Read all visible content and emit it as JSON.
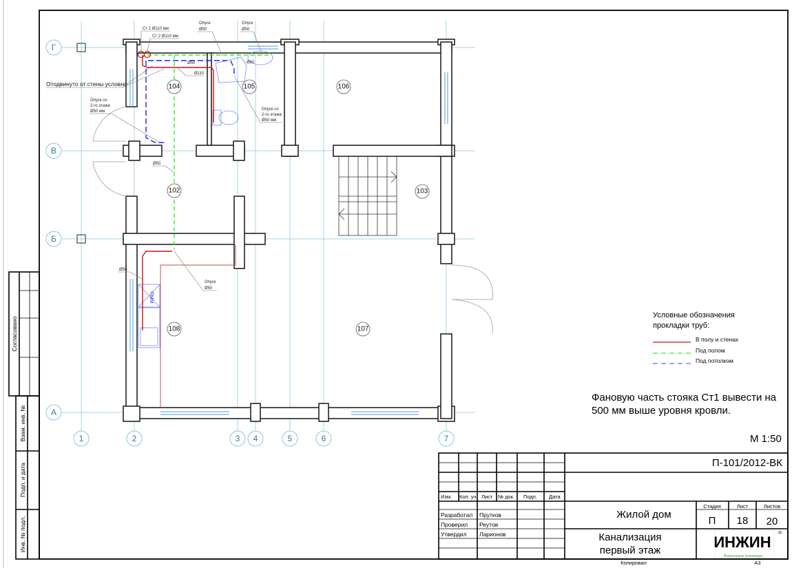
{
  "axes": {
    "vertical": [
      "1",
      "2",
      "3",
      "4",
      "5",
      "6",
      "7"
    ],
    "horizontal": [
      "Г",
      "В",
      "Б",
      "А"
    ]
  },
  "rooms": [
    "104",
    "105",
    "106",
    "102",
    "103",
    "108",
    "107"
  ],
  "annotations": {
    "st1": "Ст 1 Ø110 мм",
    "st2": "Ст 2 Ø110 мм",
    "opusk1_a": "Опуск",
    "opusk1_b": "Ø50",
    "opusk2_a": "Опуск",
    "opusk2_b": "Ø50",
    "d50_top": "Ø50",
    "d50_sink": "Ø50",
    "d110": "Ø110",
    "moved": "Отодвинуто от стены условно",
    "opusk2fl_left_a": "Опуск со",
    "opusk2fl_left_b": "2-го этажа",
    "opusk2fl_left_c": "Ø50 мм",
    "opusk2fl_right_a": "Опуск со",
    "opusk2fl_right_b": "2-го этажа",
    "opusk2fl_right_c": "Ø50 мм",
    "d50_b": "Ø50",
    "d50_kitchen": "Ø50",
    "opusk_kitchen_a": "Опуск",
    "opusk_kitchen_b": "Ø50",
    "pmm": "ПММ"
  },
  "legend": {
    "title1": "Условные обозначения",
    "title2": "прокладки труб:",
    "items": [
      {
        "label": "В полу и стенах",
        "color": "#cc1111",
        "style": "solid"
      },
      {
        "label": "Под полом",
        "color": "#33ee33",
        "style": "dashed"
      },
      {
        "label": "Под потолком",
        "color": "#2222dd",
        "style": "dashed"
      }
    ]
  },
  "note": {
    "line1": "Фановую часть стояка Ст1 вывести на",
    "line2": "500 мм выше уровня кровли."
  },
  "scale": "М 1:50",
  "title_block": {
    "code": "П-101/2012-ВК",
    "headers": [
      "Изм.",
      "Кол. уч.",
      "Лист",
      "№ док.",
      "Подп.",
      "Дата"
    ],
    "roles": [
      {
        "role": "Разработал",
        "name": "Прутков"
      },
      {
        "role": "Проверил",
        "name": "Реутов"
      },
      {
        "role": "Утвердил",
        "name": "Ларионов"
      }
    ],
    "object": "Жилой дом",
    "sheet_title1": "Канализация",
    "sheet_title2": "первый этаж",
    "stage_label": "Стадия",
    "sheet_label": "Лист",
    "sheets_label": "Листов",
    "stage": "П",
    "sheet": "18",
    "sheets": "20",
    "logo": "ИНЖИН",
    "logo_sub": "Инженерные инновации",
    "copied": "Копировал",
    "format": "А3"
  },
  "side_stamp": {
    "agreed": "Согласовано",
    "replaced": "Взам. инв. №",
    "sign_date": "Подп. и дата",
    "inv": "Инв. № подл."
  }
}
